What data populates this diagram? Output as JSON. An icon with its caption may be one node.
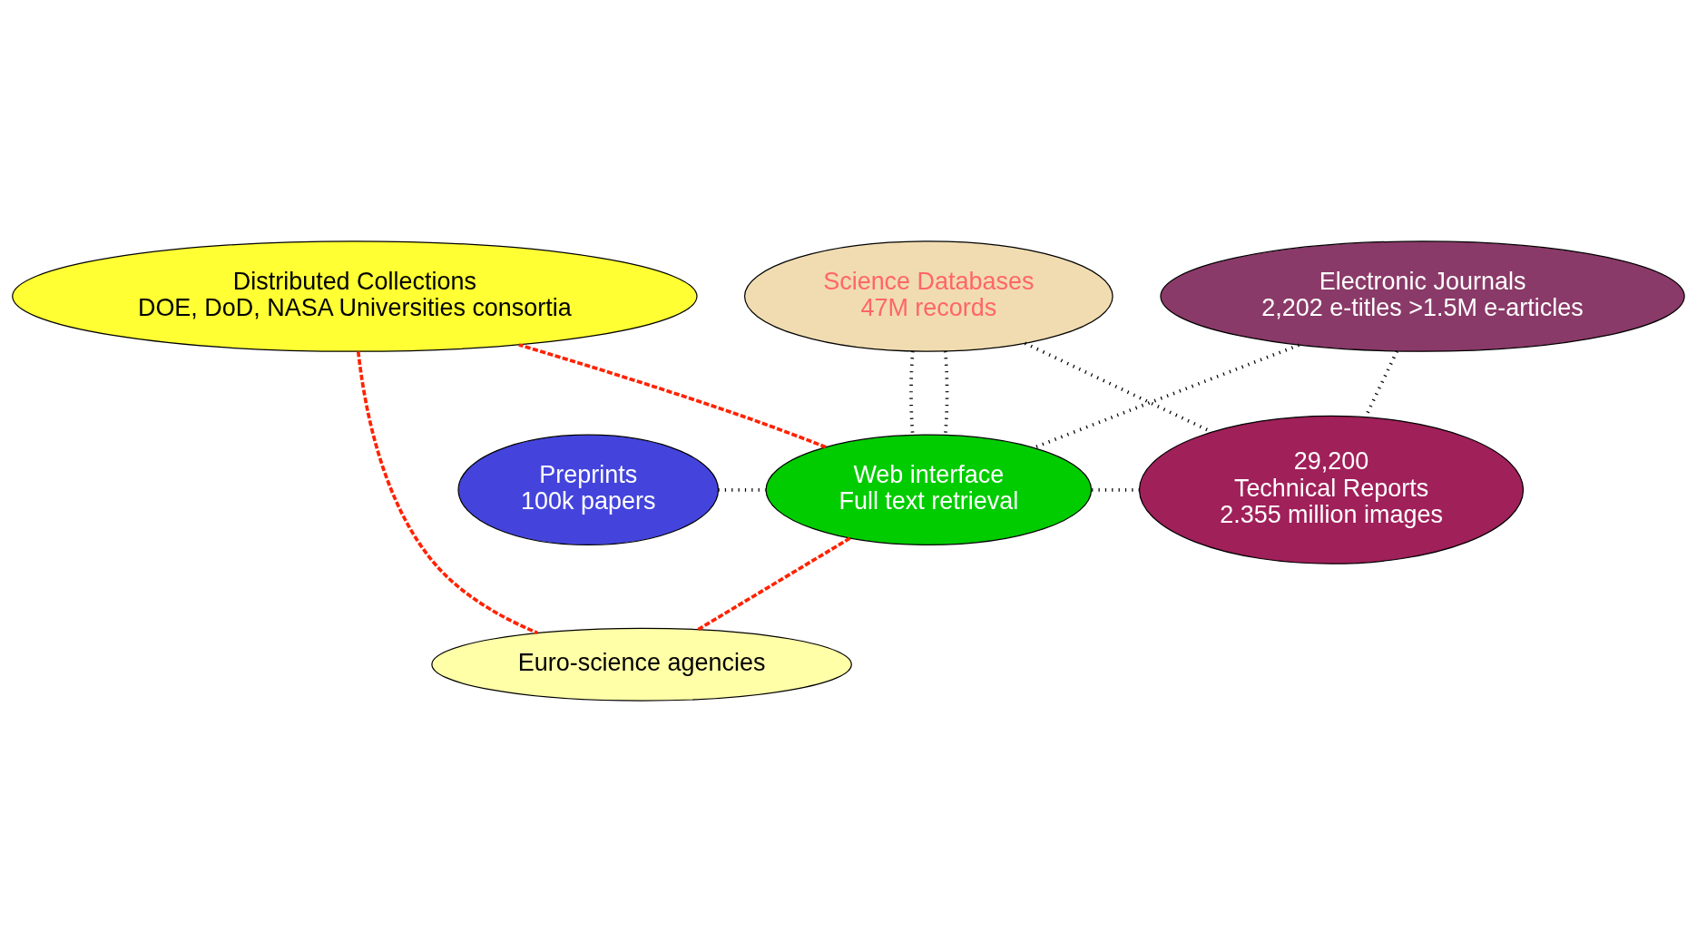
{
  "diagram": {
    "nodes": [
      {
        "text": [
          "Electronic Journals",
          "2,202 e-titles >1.5M e-articles"
        ]
      },
      {
        "text": [
          "Distributed Collections",
          "DOE, DoD, NASA Universities consortia"
        ]
      },
      {
        "text": [
          "Science Databases",
          "47M records"
        ]
      },
      {
        "text": [
          "Euro-science agencies"
        ]
      },
      {
        "text": [
          "Web interface",
          "Full text retrieval"
        ]
      },
      {
        "text": [
          "Preprints",
          "100k papers"
        ]
      },
      {
        "text": [
          "29,200",
          "Technical Reports",
          "2.355 million images"
        ]
      }
    ],
    "edges": [
      {
        "from": 2,
        "to": 4,
        "arrow": "none",
        "style": "dashed"
      },
      {
        "from": 2,
        "to": 4,
        "arrow": "none",
        "style": "dashed"
      },
      {
        "from": 2,
        "to": 6,
        "arrow": "none",
        "style": "dashed"
      },
      {
        "from": 0,
        "to": 4,
        "arrow": "none",
        "style": "dashed"
      },
      {
        "from": 0,
        "to": 6,
        "arrow": "none",
        "style": "dashed"
      },
      {
        "from": 5,
        "to": 4,
        "arrow": "none",
        "style": "dashed"
      },
      {
        "from": 4,
        "to": 6,
        "arrow": "none",
        "style": "dashed"
      },
      {
        "from": 4,
        "to": 1,
        "arrow": "none",
        "style": "dashed",
        "color": "#ff2200"
      },
      {
        "from": 4,
        "to": 3,
        "arrow": "none",
        "style": "dashed",
        "color": "#ff2200"
      },
      {
        "from": 1,
        "to": 3,
        "arrow": "none",
        "style": "dashed",
        "color": "#ff2200"
      }
    ]
  }
}
